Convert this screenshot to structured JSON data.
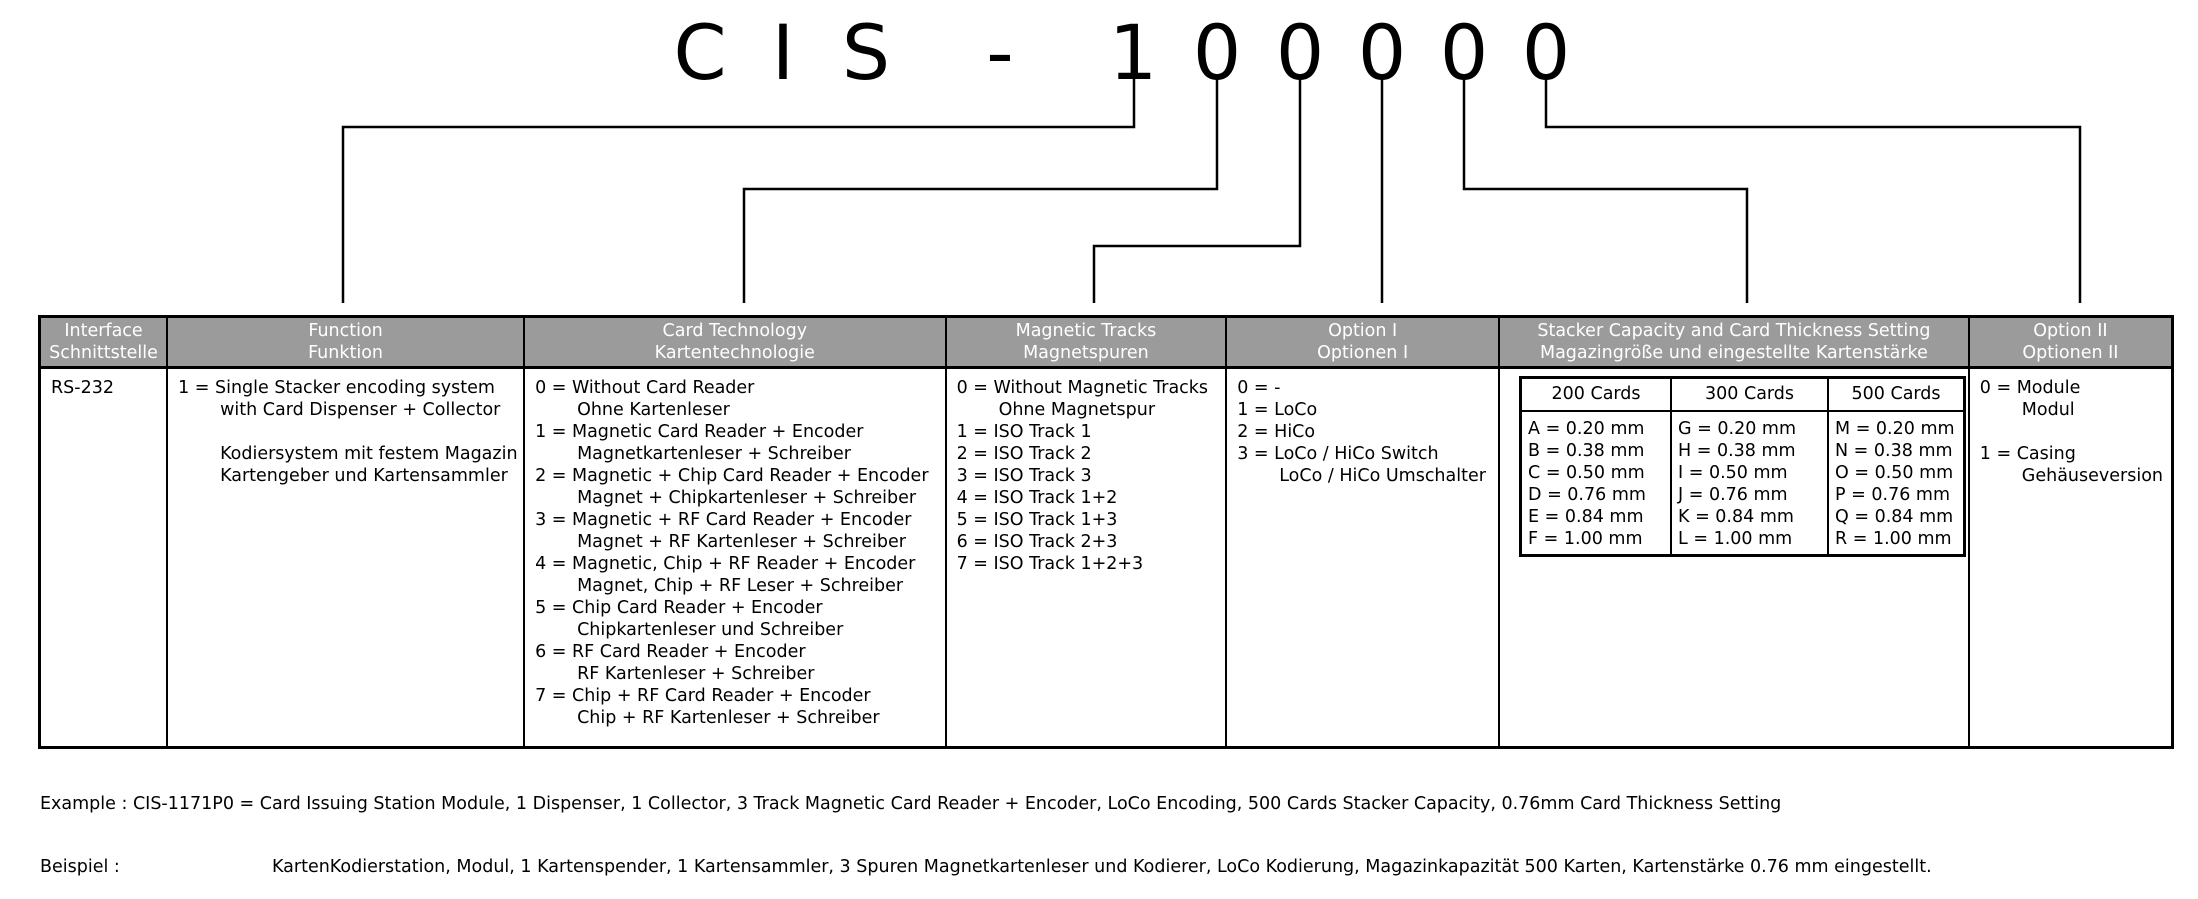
{
  "code": {
    "chars": [
      "C",
      "I",
      "S",
      "-",
      "1",
      "0",
      "0",
      "0",
      "0",
      "0"
    ]
  },
  "columns": [
    {
      "head": [
        "Interface",
        "Schnittstelle"
      ],
      "items": [
        {
          "text": "RS-232"
        }
      ]
    },
    {
      "head": [
        "Function",
        "Funktion"
      ],
      "items": [
        {
          "text": "1 = Single Stacker encoding system",
          "cont": [
            "with Card Dispenser + Collector",
            "",
            "Kodiersystem mit festem Magazin",
            "Kartengeber und Kartensammler"
          ]
        }
      ]
    },
    {
      "head": [
        "Card Technology",
        "Kartentechnologie"
      ],
      "items": [
        {
          "text": "0 = Without Card Reader",
          "cont": [
            "Ohne Kartenleser"
          ]
        },
        {
          "text": "1 = Magnetic Card Reader + Encoder",
          "cont": [
            "Magnetkartenleser + Schreiber"
          ]
        },
        {
          "text": "2 = Magnetic + Chip Card Reader + Encoder",
          "cont": [
            "Magnet + Chipkartenleser + Schreiber"
          ]
        },
        {
          "text": "3 = Magnetic + RF Card Reader + Encoder",
          "cont": [
            "Magnet + RF Kartenleser + Schreiber"
          ]
        },
        {
          "text": "4 = Magnetic, Chip + RF Reader + Encoder",
          "cont": [
            "Magnet, Chip + RF Leser + Schreiber"
          ]
        },
        {
          "text": "5 = Chip Card Reader + Encoder",
          "cont": [
            "Chipkartenleser und Schreiber"
          ]
        },
        {
          "text": "6 = RF Card Reader + Encoder",
          "cont": [
            "RF Kartenleser + Schreiber"
          ]
        },
        {
          "text": "7 = Chip + RF Card Reader + Encoder",
          "cont": [
            "Chip + RF Kartenleser + Schreiber"
          ]
        }
      ]
    },
    {
      "head": [
        "Magnetic Tracks",
        "Magnetspuren"
      ],
      "items": [
        {
          "text": "0 = Without Magnetic Tracks",
          "cont": [
            "Ohne Magnetspur"
          ]
        },
        {
          "text": "1 = ISO Track 1"
        },
        {
          "text": "2 = ISO Track 2"
        },
        {
          "text": "3 = ISO Track 3"
        },
        {
          "text": "4 = ISO Track 1+2"
        },
        {
          "text": "5 = ISO Track 1+3"
        },
        {
          "text": "6 = ISO Track 2+3"
        },
        {
          "text": "7 = ISO Track 1+2+3"
        }
      ]
    },
    {
      "head": [
        "Option I",
        "Optionen I"
      ],
      "items": [
        {
          "text": "0 = -"
        },
        {
          "text": "1 = LoCo"
        },
        {
          "text": "2 = HiCo"
        },
        {
          "text": "3 = LoCo / HiCo Switch",
          "cont": [
            "LoCo / HiCo Umschalter"
          ]
        }
      ]
    },
    {
      "head": [
        "Stacker Capacity and Card Thickness Setting",
        "Magazingröße und eingestellte Kartenstärke"
      ],
      "items": []
    },
    {
      "head": [
        "Option II",
        "Optionen II"
      ],
      "items": [
        {
          "text": "0 = Module",
          "cont": [
            "Modul",
            ""
          ]
        },
        {
          "text": "1 = Casing",
          "cont": [
            "Gehäuseversion"
          ]
        }
      ]
    }
  ],
  "thickness": [
    {
      "head": "200 Cards",
      "rows": [
        "A = 0.20 mm",
        "B = 0.38 mm",
        "C = 0.50 mm",
        "D = 0.76 mm",
        "E = 0.84 mm",
        "F = 1.00 mm"
      ]
    },
    {
      "head": "300 Cards",
      "rows": [
        "G = 0.20 mm",
        "H = 0.38 mm",
        "I = 0.50 mm",
        "J = 0.76 mm",
        "K = 0.84 mm",
        "L = 1.00 mm"
      ]
    },
    {
      "head": "500 Cards",
      "rows": [
        "M = 0.20 mm",
        "N = 0.38 mm",
        "O = 0.50 mm",
        "P = 0.76 mm",
        "Q = 0.84 mm",
        "R = 1.00 mm"
      ]
    }
  ],
  "example": {
    "line1_label": "Example : CIS-1171P0 = ",
    "line1_text": "Card Issuing Station Module, 1 Dispenser, 1 Collector, 3 Track Magnetic Card Reader + Encoder, LoCo Encoding, 500 Cards Stacker Capacity, 0.76mm Card Thickness Setting",
    "line2_label": "Beispiel :",
    "line2_text": "KartenKodierstation, Modul, 1 Kartenspender, 1 Kartensammler, 3 Spuren Magnetkartenleser und Kodierer, LoCo Kodierung, Magazinkapazität 500 Karten, Kartenstärke 0.76 mm eingestellt."
  }
}
